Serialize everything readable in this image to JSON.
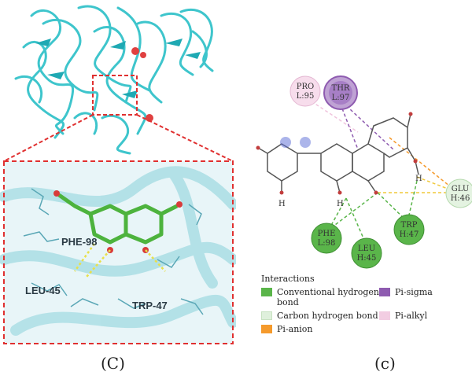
{
  "panels": {
    "left_label": "(C)",
    "right_label": "(c)"
  },
  "left": {
    "residue_labels": [
      "PHE-98",
      "LEU-45",
      "TRP-47"
    ]
  },
  "right": {
    "residues": {
      "pro": {
        "name": "PRO",
        "sub": "L:95"
      },
      "thr": {
        "name": "THR",
        "sub": "L:97"
      },
      "glu": {
        "name": "GLU",
        "sub": "H:46"
      },
      "trp": {
        "name": "TRP",
        "sub": "H:47"
      },
      "phe": {
        "name": "PHE",
        "sub": "L:98"
      },
      "leu": {
        "name": "LEU",
        "sub": "H:45"
      }
    },
    "h_label": "H",
    "legend": {
      "title": "Interactions",
      "items": [
        {
          "label": "Conventional hydrogen bond",
          "color": "#5ab54a"
        },
        {
          "label": "Pi-sigma",
          "color": "#8e5bb0"
        },
        {
          "label": "Carbon hydrogen bond",
          "color": "#dff0dc"
        },
        {
          "label": "Pi-alkyl",
          "color": "#f2cde2"
        },
        {
          "label": "Pi-anion",
          "color": "#f59a2c"
        }
      ]
    }
  }
}
